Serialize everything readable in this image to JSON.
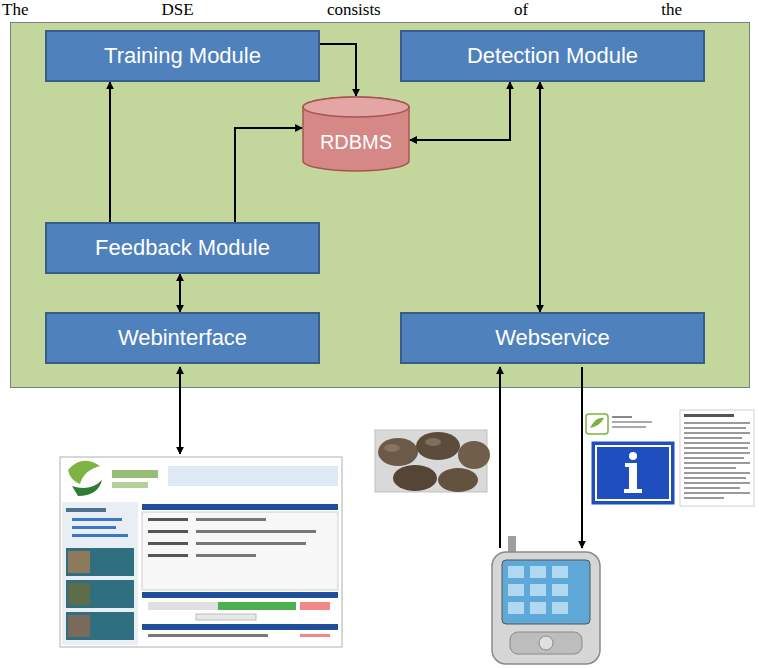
{
  "diagram": {
    "nodes": [
      {
        "text": [
          "Training Module"
        ]
      },
      {
        "text": [
          "Detection Module"
        ]
      },
      {
        "text": [
          "RDBMS"
        ]
      },
      {
        "text": [
          "Feedback Module"
        ]
      },
      {
        "text": [
          "Webinterface"
        ]
      },
      {
        "text": [
          "Webservice"
        ]
      }
    ],
    "edges": [
      {
        "from": 0,
        "to": 2,
        "arrow": "to"
      },
      {
        "from": 1,
        "to": 2,
        "arrow": "both"
      },
      {
        "from": 3,
        "to": 0,
        "arrow": "to"
      },
      {
        "from": 3,
        "to": 2,
        "arrow": "to"
      },
      {
        "from": 4,
        "to": 3,
        "arrow": "both"
      },
      {
        "from": 1,
        "to": 5,
        "arrow": "both"
      }
    ],
    "labels": [
      "The DSE consists of the"
    ]
  }
}
